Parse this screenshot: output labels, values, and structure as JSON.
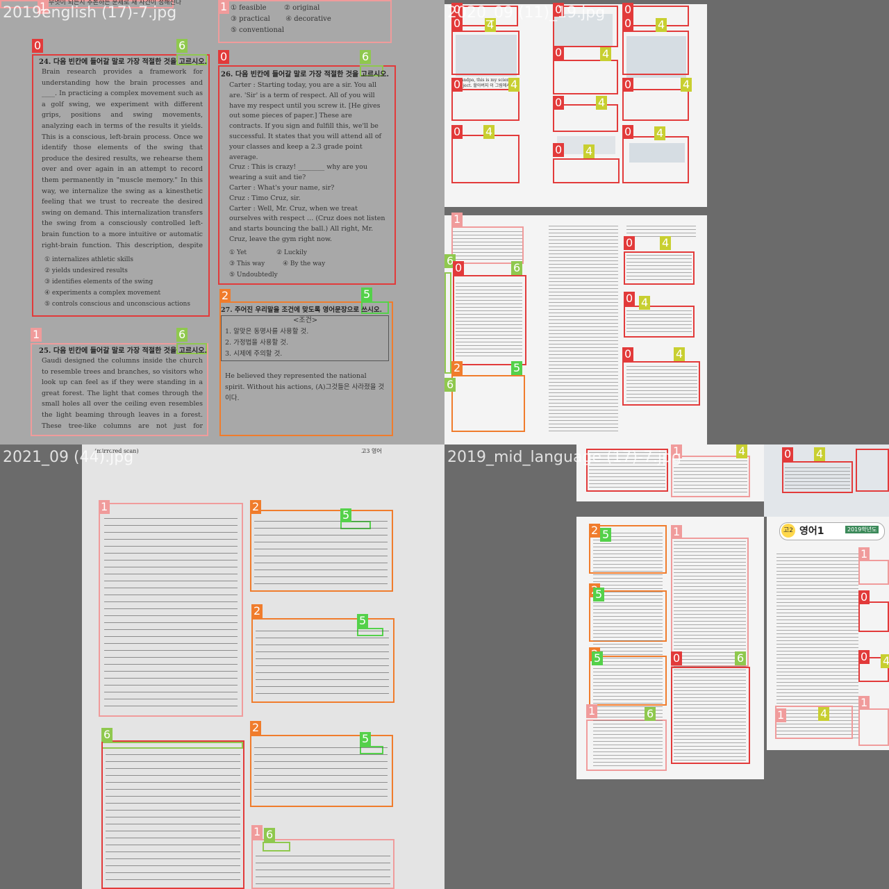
{
  "tiles": [
    {
      "name": "2019english (17)-7.jpg"
    },
    {
      "name": "2020_09 (11)_19.jpg"
    },
    {
      "name": "2021_09 (44).jpg"
    },
    {
      "name": "2019_mid_language (17)-7.jpg"
    }
  ],
  "tile1": {
    "q24": "24. 다음 빈칸에 들어갈 말로 가장 적절한 것을 고르시오.",
    "q24_body": "Brain research provides a framework for understanding how the brain processes and ____. In practicing a complex movement such as a golf swing, we experiment with different grips, positions and swing movements, analyzing each in terms of the results it yields. This is a conscious, left-brain process. Once we identify those elements of the swing that produce the desired results, we rehearse them over and over again in an attempt to record them permanently in \"muscle memory.\" In this way, we internalize the swing as a kinesthetic feeling that we trust to recreate the desired swing on demand. This internalization transfers the swing from a consciously controlled left-brain function to a more intuitive or automatic right-brain function. This description, despite being an oversimplification of the actual processes involved, serves as a model for the interaction between conscious and unconscious actions in the brain, as it learns to perfect an athletic skill.",
    "q24_choices": [
      "① internalizes athletic skills",
      "② yields undesired results",
      "③ identifies elements of the swing",
      "④ experiments a complex movement",
      "⑤ controls conscious and unconscious actions"
    ],
    "q25": "25. 다음 빈칸에 들어갈 말로 가장 적절한 것을 고르시오.",
    "q25_body": "Gaudi designed the columns inside the church to resemble trees and branches, so visitors who look up can feel as if they were standing in a great forest. The light that comes through the small holes all over the ceiling even resembles the light beaming through leaves in a forest. These tree-like columns are not just for decoration, though. Inspired by trees, Gaudi gave the columns a single base that splits off into",
    "top_choices": [
      "① feasible",
      "② original",
      "③ practical",
      "④ decorative",
      "⑤ conventional"
    ],
    "top_strip": "무엇이 되는지 추론하는 문제로 새 사건이 정해진다",
    "q26": "26. 다음 빈칸에 들어갈 말로 가장 적절한 것을 고르시오.",
    "q26_body": "Carter : Starting today, you are a sir. You all are. 'Sir' is a term of respect. All of you will have my respect until you screw it. [He gives out some pieces of paper.] These are contracts. If you sign and fulfill this, we'll be successful. It states that you will attend all of your classes and keep a 2.3 grade point average.\nCruz : This is crazy! ________ why are you wearing a suit and tie?\nCarter : What's your name, sir?\nCruz : Timo Cruz, sir.\nCarter : Well, Mr. Cruz, when we treat ourselves with respect … (Cruz does not listen and starts bouncing the ball.) All right, Mr. Cruz, leave the gym right now.",
    "q26_choices": [
      "① Yet",
      "② Luckily",
      "③ This way",
      "④ By the way",
      "⑤ Undoubtedly"
    ],
    "q27": "27. 주어진 우리말을 조건에 맞도록 영어문장으로 쓰시오.",
    "q27_cond_title": "<조건>",
    "q27_conds": [
      "1. 알맞은 동명사를 사용할 것.",
      "2. 가정법을 사용할 것.",
      "3. 시제에 주의할 것."
    ],
    "q27_body": "He believed they represented the national spirit. Without his actions, (A)그것들은 사라졌을 것이다."
  },
  "tile2": {
    "sample_text": "Grandpa, this is my science project. 할아버지 이 그림에서 가장 ……"
  },
  "tile3": {
    "header_left": "(mirrored scan)",
    "header_right": "고3 영어"
  },
  "tile4": {
    "english_logo": "고2",
    "english_title": "영어1",
    "badge": "2019학년도"
  }
}
